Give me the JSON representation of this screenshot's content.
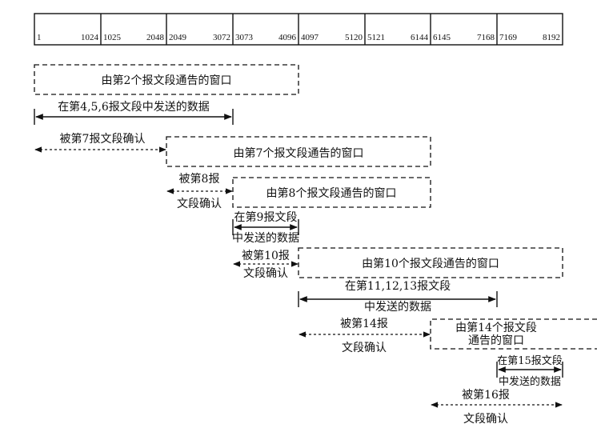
{
  "segments": [
    {
      "start": "1",
      "end": "1024"
    },
    {
      "start": "1025",
      "end": "2048"
    },
    {
      "start": "2049",
      "end": "3072"
    },
    {
      "start": "3073",
      "end": "4096"
    },
    {
      "start": "4097",
      "end": "5120"
    },
    {
      "start": "5121",
      "end": "6144"
    },
    {
      "start": "6145",
      "end": "7168"
    },
    {
      "start": "7169",
      "end": "8192"
    }
  ],
  "windows": {
    "w2": "由第2个报文段通告的窗口",
    "w7": "由第7个报文段通告的窗口",
    "w8": "由第8个报文段通告的窗口",
    "w10": "由第10个报文段通告的窗口",
    "w14_line1": "由第14个报文段",
    "w14_line2": "通告的窗口"
  },
  "sent": {
    "s456": "在第4,5,6报文段中发送的数据",
    "s9_line1": "在第9报文段",
    "s9_line2": "中发送的数据",
    "s111213_line1": "在第11,12,13报文段",
    "s111213_line2": "中发送的数据",
    "s15_line1": "在第15报文段",
    "s15_line2": "中发送的数据"
  },
  "acks": {
    "a7": "被第7报文段确认",
    "a8_line1": "被第8报",
    "a8_line2": "文段确认",
    "a10_line1": "被第10报",
    "a10_line2": "文段确认",
    "a14_line1": "被第14报",
    "a14_line2": "文段确认",
    "a16_line1": "被第16报",
    "a16_line2": "文段确认"
  }
}
